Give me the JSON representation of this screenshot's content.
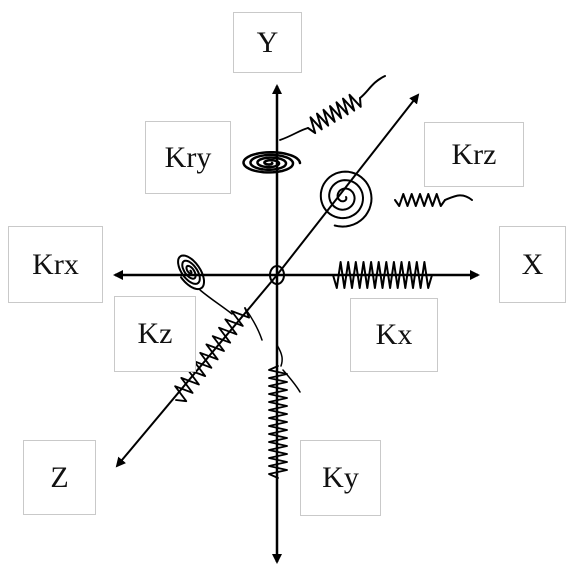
{
  "labels": {
    "y": "Y",
    "x": "X",
    "z": "Z",
    "kry": "Kry",
    "krz": "Krz",
    "krx": "Krx",
    "kz": "Kz",
    "kx": "Kx",
    "ky": "Ky"
  },
  "colors": {
    "line": "#000000",
    "box_border": "#c9c9c9"
  }
}
